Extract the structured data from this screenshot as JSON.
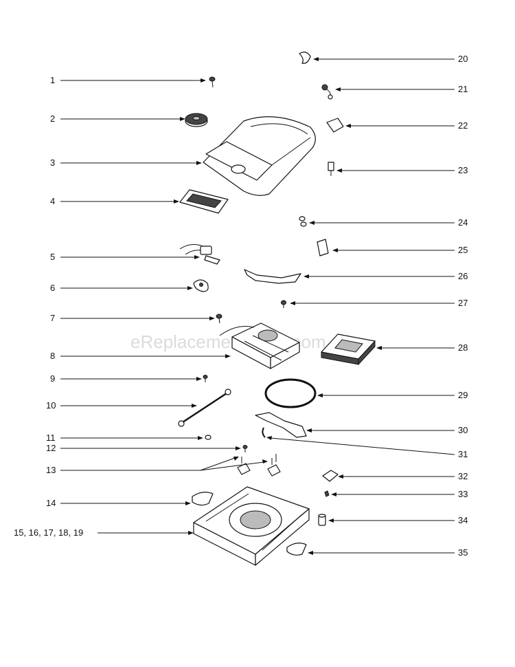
{
  "watermark": "eReplacementParts.com",
  "callouts_left": [
    "1",
    "2",
    "3",
    "4",
    "5",
    "6",
    "7",
    "8",
    "9",
    "10",
    "11",
    "12",
    "13",
    "14",
    "15, 16, 17, 18, 19"
  ],
  "callouts_right": [
    "20",
    "21",
    "22",
    "23",
    "24",
    "25",
    "26",
    "27",
    "28",
    "29",
    "30",
    "31",
    "32",
    "33",
    "34",
    "35"
  ]
}
